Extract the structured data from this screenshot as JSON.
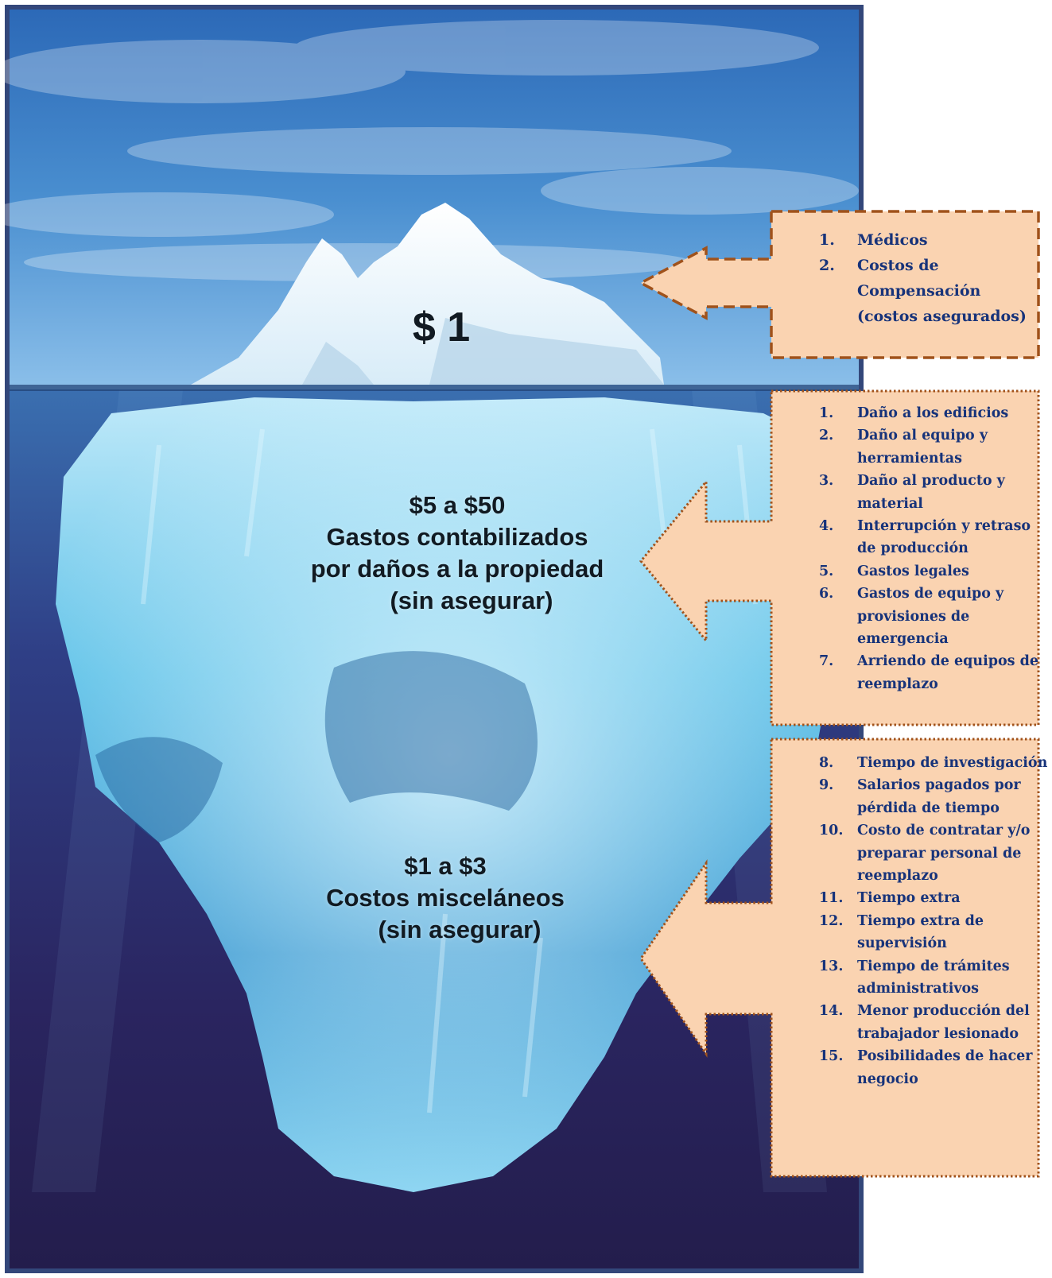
{
  "iceberg": {
    "tip_label": "$ 1",
    "middle_label": [
      "$5 a $50",
      "Gastos contabilizados",
      "por daños a la propiedad",
      "(sin asegurar)"
    ],
    "bottom_label": [
      "$1 a $3",
      "Costos misceláneos",
      "(sin asegurar)"
    ]
  },
  "callouts": {
    "insured_costs": [
      {
        "num": "1.",
        "text": "Médicos"
      },
      {
        "num": "2.",
        "text": "Costos de Compensación (costos asegurados)"
      }
    ],
    "property_costs": [
      {
        "num": "1.",
        "text": "Daño a los edificios"
      },
      {
        "num": "2.",
        "text": "Daño al equipo y herramientas"
      },
      {
        "num": "3.",
        "text": "Daño al producto y material"
      },
      {
        "num": "4.",
        "text": "Interrupción y retraso de producción"
      },
      {
        "num": "5.",
        "text": "Gastos legales"
      },
      {
        "num": "6.",
        "text": "Gastos de equipo y provisiones de emergencia"
      },
      {
        "num": "7.",
        "text": " Arriendo de equipos de reemplazo"
      }
    ],
    "misc_costs": [
      {
        "num": "8.",
        "text": "Tiempo de investigación"
      },
      {
        "num": "9.",
        "text": "Salarios pagados por pérdida de tiempo"
      },
      {
        "num": "10.",
        "text": "Costo de contratar y/o preparar personal de reemplazo"
      },
      {
        "num": "11.",
        "text": "Tiempo extra"
      },
      {
        "num": "12.",
        "text": "Tiempo extra de supervisión"
      },
      {
        "num": "13.",
        "text": "Tiempo de trámites administrativos"
      },
      {
        "num": "14.",
        "text": "Menor producción del trabajador lesionado"
      },
      {
        "num": "15.",
        "text": "Posibilidades de hacer negocio"
      }
    ]
  },
  "colors": {
    "callout_fill": "#fad3b1",
    "callout_border": "#a0521b",
    "list_text": "#17337a",
    "sky": "#3f86cc",
    "deep_water": "#2a2158"
  }
}
